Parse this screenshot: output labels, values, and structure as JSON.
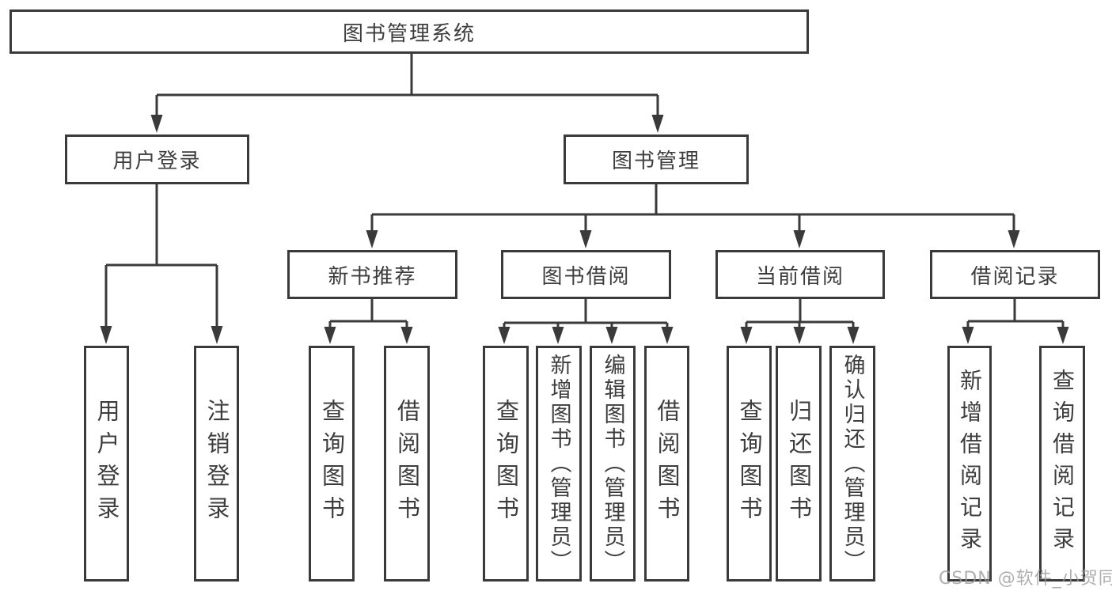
{
  "diagram": {
    "title": "图书管理系统",
    "colors": {
      "line": "#3a3a3a",
      "text": "#3d3d3d",
      "background": "#ffffff",
      "watermark": "#9b9b9b"
    },
    "nodes": {
      "root": "图书管理系统",
      "user_login": "用户登录",
      "book_mgmt": "图书管理",
      "new_book_rec": "新书推荐",
      "book_borrow": "图书借阅",
      "current_borrow": "当前借阅",
      "borrow_record": "借阅记录"
    },
    "leaves": {
      "user_login": [
        "用户登录",
        "注销登录"
      ],
      "new_book_rec": [
        "查询图书",
        "借阅图书"
      ],
      "book_borrow": [
        "查询图书",
        "新增图书（管理员）",
        "编辑图书（管理员）",
        "借阅图书"
      ],
      "current_borrow": [
        "查询图书",
        "归还图书",
        "确认归还（管理员）"
      ],
      "borrow_record": [
        "新增借阅记录",
        "查询借阅记录"
      ]
    },
    "watermark": "CSDN @软件_小贺同学"
  }
}
